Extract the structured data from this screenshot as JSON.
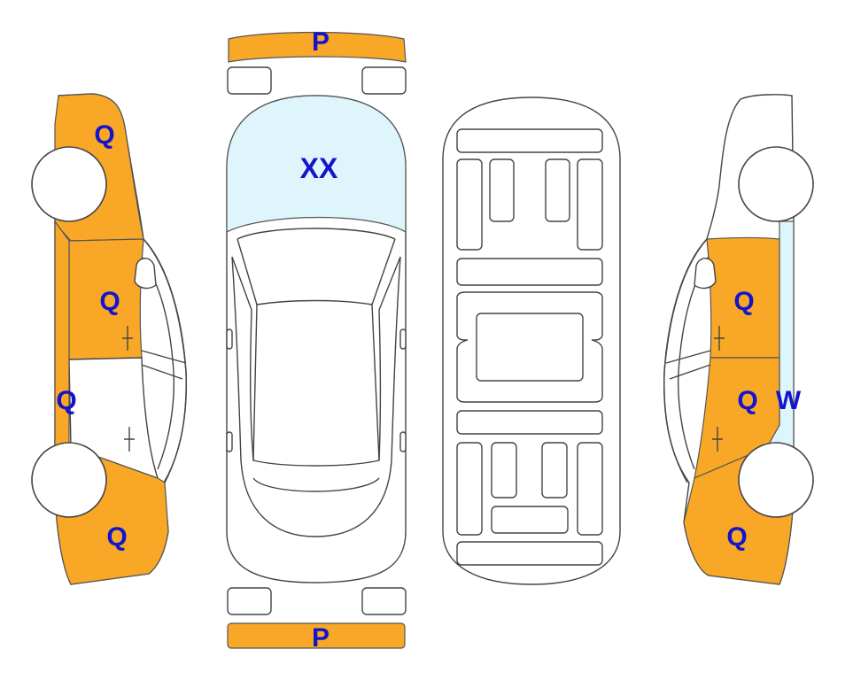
{
  "legend_colors": {
    "damage_fill": "#f8a826",
    "glass_fill": "#dff5fc",
    "label_color": "#1414cc"
  },
  "markers": {
    "front_bumper": "P",
    "rear_bumper": "P",
    "windshield": "XX",
    "left_front_fender": "Q",
    "left_front_door": "Q",
    "left_rear_door": "Q",
    "left_rear_quarter": "Q",
    "right_front_door": "Q",
    "right_rear_door": "Q",
    "right_rear_quarter": "Q",
    "right_window": "W"
  }
}
